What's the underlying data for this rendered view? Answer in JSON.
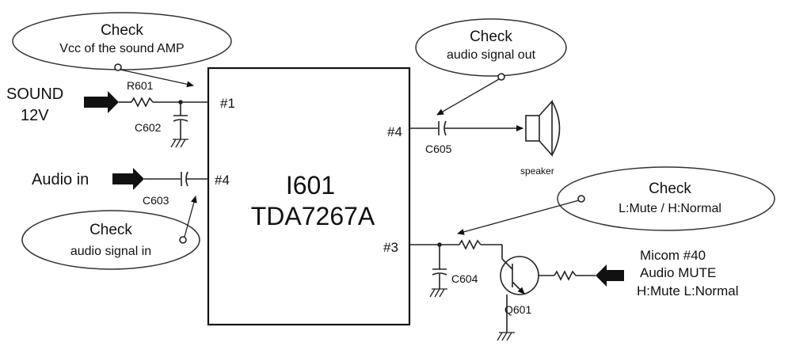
{
  "ic": {
    "ref": "I601",
    "part": "TDA7267A"
  },
  "pins": {
    "vcc": "#1",
    "input": "#4",
    "output": "#4",
    "mute": "#3"
  },
  "sources": {
    "sound_line1": "SOUND",
    "sound_line2": "12V",
    "audio_in": "Audio in",
    "micom_line1": "Micom #40",
    "micom_line2": "Audio MUTE",
    "micom_line3": "H:Mute L:Normal"
  },
  "components": {
    "r601": "R601",
    "c602": "C602",
    "c603": "C603",
    "c604": "C604",
    "c605": "C605",
    "q601": "Q601",
    "speaker": "speaker"
  },
  "callouts": {
    "vcc": {
      "title": "Check",
      "text": "Vcc of the sound AMP"
    },
    "audio_out": {
      "title": "Check",
      "text": "audio signal out"
    },
    "audio_in": {
      "title": "Check",
      "text": "audio signal in"
    },
    "mute": {
      "title": "Check",
      "text": "L:Mute / H:Normal"
    }
  }
}
